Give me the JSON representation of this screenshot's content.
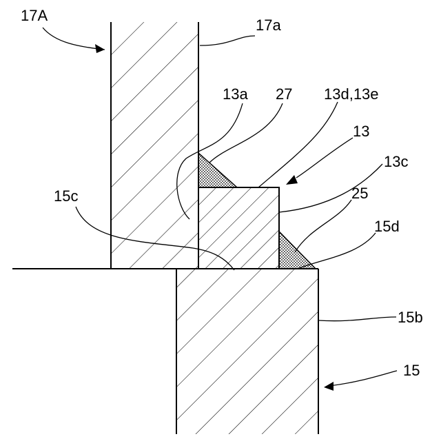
{
  "figure": {
    "labels": {
      "label_17A": "17A",
      "label_17a": "17a",
      "label_13a": "13a",
      "label_27": "27",
      "label_13d_13e": "13d,13e",
      "label_13": "13",
      "label_13c": "13c",
      "label_25": "25",
      "label_15d": "15d",
      "label_15c": "15c",
      "label_15b": "15b",
      "label_15": "15"
    },
    "colors": {
      "line": "#000000",
      "background": "#ffffff"
    }
  }
}
